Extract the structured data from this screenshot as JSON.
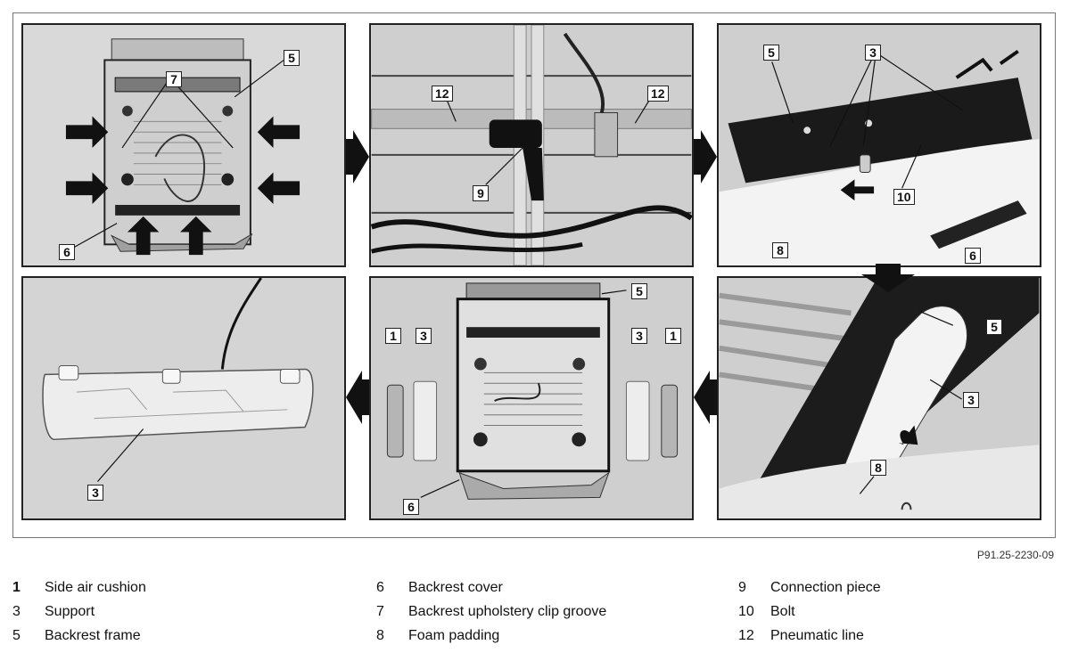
{
  "figure_code": "P91.25-2230-09",
  "panel_1": {
    "labels": [
      "7",
      "5",
      "6"
    ]
  },
  "panel_2": {
    "labels": [
      "12",
      "12",
      "9"
    ]
  },
  "panel_3": {
    "labels": [
      "5",
      "3",
      "10",
      "8",
      "6"
    ]
  },
  "panel_4": {
    "labels": [
      "5",
      "3",
      "8"
    ]
  },
  "panel_5": {
    "labels": [
      "5",
      "1",
      "3",
      "3",
      "1",
      "6"
    ]
  },
  "panel_6": {
    "labels": [
      "3"
    ]
  },
  "legend": [
    {
      "num": "1",
      "text": "Side air cushion"
    },
    {
      "num": "3",
      "text": "Support"
    },
    {
      "num": "5",
      "text": "Backrest frame"
    },
    {
      "num": "6",
      "text": "Backrest cover"
    },
    {
      "num": "7",
      "text": "Backrest upholstery clip groove"
    },
    {
      "num": "8",
      "text": "Foam padding"
    },
    {
      "num": "9",
      "text": "Connection piece"
    },
    {
      "num": "10",
      "text": "Bolt"
    },
    {
      "num": "12",
      "text": "Pneumatic line"
    }
  ],
  "colors": {
    "photo_bg": "#d9d9d9",
    "ink": "#111111",
    "part": "#eeeeee"
  }
}
